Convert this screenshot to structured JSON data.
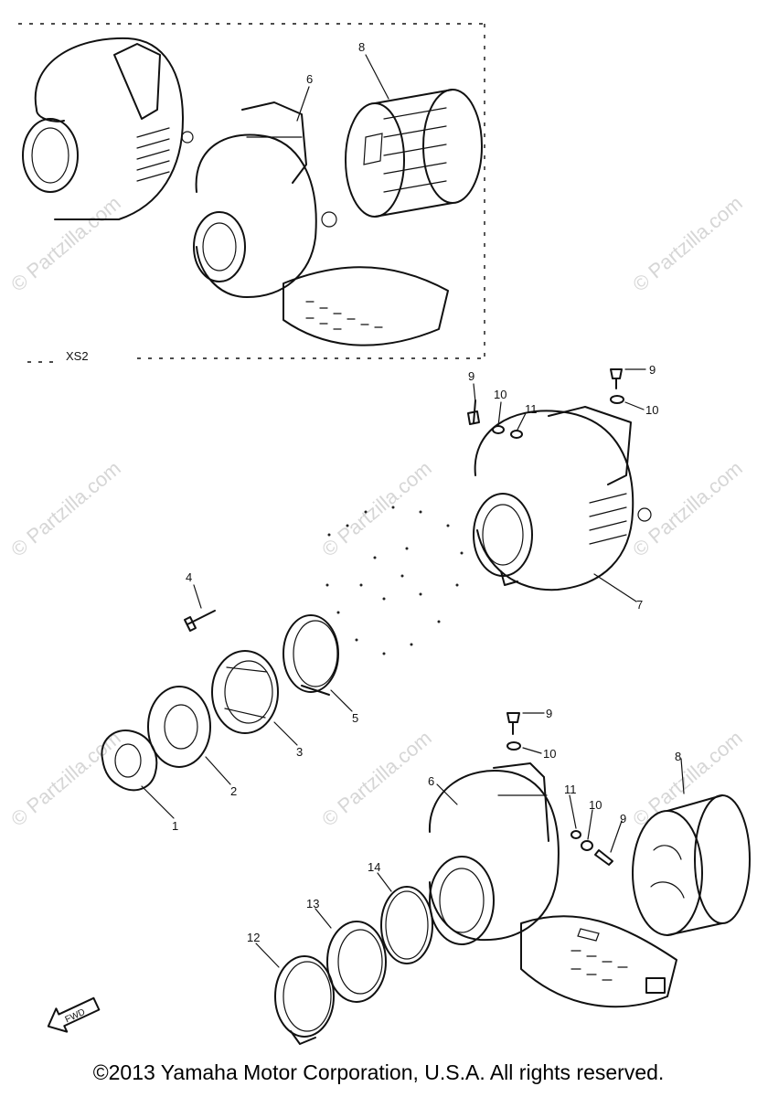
{
  "diagram": {
    "inset_label": "XS2",
    "fwd_label": "FWD",
    "copyright": "©2013 Yamaha Motor Corporation, U.S.A. All rights reserved.",
    "watermark": "© Partzilla.com",
    "parts": [
      {
        "id": "p8-top",
        "num": "8"
      },
      {
        "id": "p6-top",
        "num": "6"
      },
      {
        "id": "p9-a",
        "num": "9"
      },
      {
        "id": "p10-a",
        "num": "10"
      },
      {
        "id": "p11-a",
        "num": "11"
      },
      {
        "id": "p9-b",
        "num": "9"
      },
      {
        "id": "p10-b",
        "num": "10"
      },
      {
        "id": "p7",
        "num": "7"
      },
      {
        "id": "p4",
        "num": "4"
      },
      {
        "id": "p5",
        "num": "5"
      },
      {
        "id": "p3",
        "num": "3"
      },
      {
        "id": "p2",
        "num": "2"
      },
      {
        "id": "p1",
        "num": "1"
      },
      {
        "id": "p9-c",
        "num": "9"
      },
      {
        "id": "p10-c",
        "num": "10"
      },
      {
        "id": "p8-bot",
        "num": "8"
      },
      {
        "id": "p6-bot",
        "num": "6"
      },
      {
        "id": "p11-b",
        "num": "11"
      },
      {
        "id": "p10-d",
        "num": "10"
      },
      {
        "id": "p9-d",
        "num": "9"
      },
      {
        "id": "p14",
        "num": "14"
      },
      {
        "id": "p13",
        "num": "13"
      },
      {
        "id": "p12",
        "num": "12"
      }
    ]
  }
}
